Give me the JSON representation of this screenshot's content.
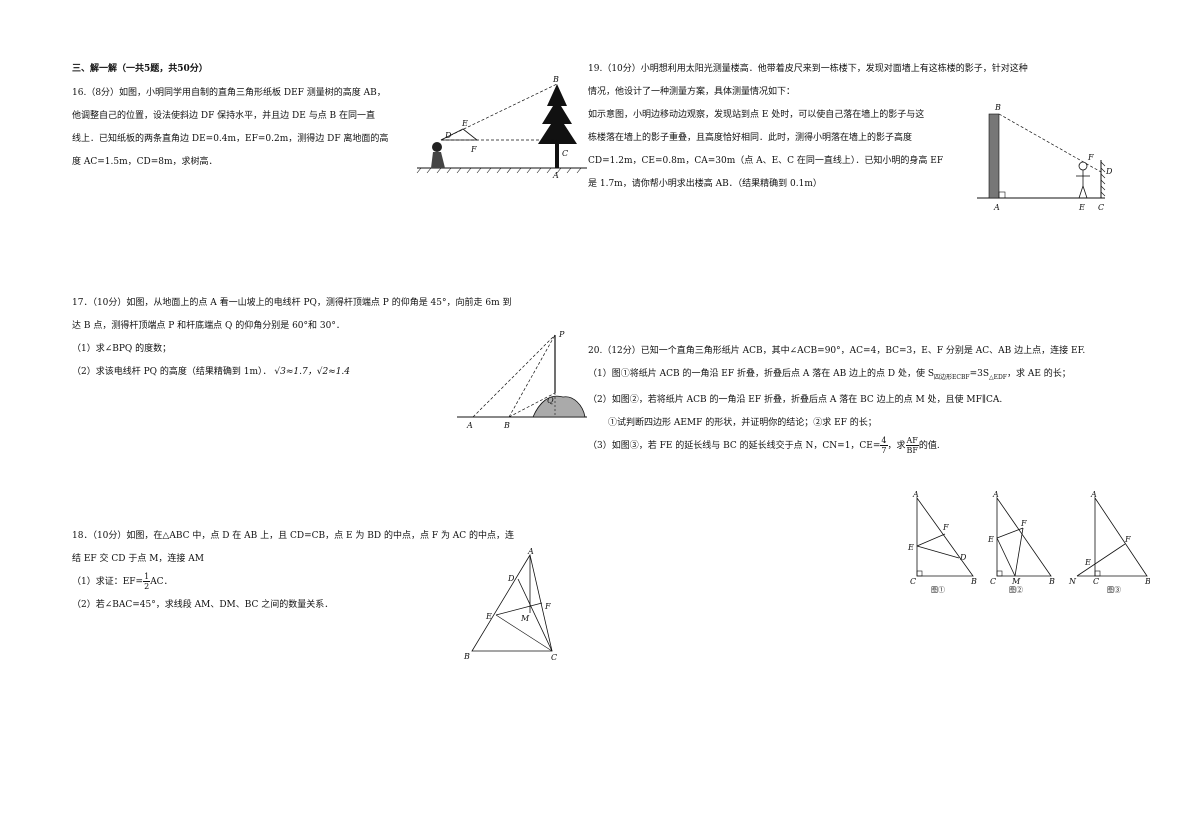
{
  "section_title": "三、解一解（一共5题，共50分）",
  "q16": {
    "l1": "16.（8分）如图，小明同学用自制的直角三角形纸板 DEF 测量树的高度 AB，",
    "l2": "他调整自己的位置，设法使斜边 DF 保持水平，并且边 DE 与点 B 在同一直",
    "l3": "线上．已知纸板的两条直角边 DE=0.4m，EF=0.2m，测得边 DF 离地面的高",
    "l4": "度 AC=1.5m，CD=8m，求树高．"
  },
  "q17": {
    "l1": "17．（10分）如图，从地面上的点 A 看一山坡上的电线杆 PQ，测得杆顶端点 P 的仰角是 45°，向前走 6m 到",
    "l2": "达 B 点，测得杆顶端点 P 和杆底端点 Q 的仰角分别是 60°和 30°．",
    "l3": "（1）求∠BPQ 的度数；",
    "l4": "（2）求该电线杆 PQ 的高度（结果精确到 1m）．",
    "approx": "√3≈1.7，√2≈1.4"
  },
  "q18": {
    "l1": "18．（10分）如图，在△ABC 中，点 D 在 AB 上，且 CD=CB，点 E 为 BD 的中点，点 F 为 AC 的中点，连",
    "l2": "结 EF 交 CD 于点 M，连接 AM",
    "l3a": "（1）求证：EF=",
    "frac_num": "1",
    "frac_den": "2",
    "l3b": "AC．",
    "l4": "（2）若∠BAC=45°，求线段 AM、DM、BC 之间的数量关系．"
  },
  "q19": {
    "l1": "19.（10分）小明想利用太阳光测量楼高．他带着皮尺来到一栋楼下，发现对面墙上有这栋楼的影子，针对这种",
    "l2": "情况，他设计了一种测量方案，具体测量情况如下：",
    "l3": "如示意图，小明边移动边观察，发现站到点 E 处时，可以使自己落在墙上的影子与这",
    "l4": "栋楼落在墙上的影子重叠，且高度恰好相同．此时，测得小明落在墙上的影子高度",
    "l5": "CD=1.2m，CE=0.8m，CA=30m（点 A、E、C 在同一直线上）．已知小明的身高 EF",
    "l6": "是 1.7m，请你帮小明求出楼高 AB．（结果精确到 0.1m）"
  },
  "q20": {
    "l1": "20.（12分）已知一个直角三角形纸片 ACB，其中∠ACB=90°，AC=4，BC=3，E、F 分别是 AC、AB 边上点，连接 EF.",
    "l2a": "（1）图①将纸片 ACB 的一角沿 EF 折叠，折叠后点 A 落在 AB 边上的点 D 处，使 S",
    "l2sub1": "四边形ECBF",
    "l2mid": "=3S",
    "l2sub2": "△EDF",
    "l2b": "，求 AE 的长；",
    "l3": "（2）如图②，若将纸片 ACB 的一角沿 EF 折叠，折叠后点 A 落在 BC 边上的点 M 处，且使 MF∥CA.",
    "l4": "①试判断四边形 AEMF 的形状，并证明你的结论；②求 EF 的长；",
    "l5a": "（3）如图③，若 FE 的延长线与 BC 的延长线交于点 N，CN=1，CE=",
    "f1_num": "4",
    "f1_den": "7",
    "l5mid": "，求",
    "f2_num": "AF",
    "f2_den": "BF",
    "l5b": "的值."
  },
  "fig16": {
    "labels": [
      "B",
      "E",
      "D",
      "F",
      "C",
      "A"
    ]
  },
  "fig17": {
    "labels": [
      "P",
      "Q",
      "A",
      "B"
    ]
  },
  "fig18": {
    "labels": [
      "A",
      "D",
      "E",
      "F",
      "M",
      "B",
      "C"
    ]
  },
  "fig19": {
    "labels": [
      "B",
      "F",
      "D",
      "A",
      "E",
      "C"
    ]
  },
  "fig20": {
    "labels1": [
      "A",
      "F",
      "E",
      "D",
      "C",
      "B"
    ],
    "labels2": [
      "A",
      "F",
      "E",
      "C",
      "M",
      "B"
    ],
    "labels3": [
      "A",
      "F",
      "E",
      "N",
      "C",
      "B"
    ],
    "captions": [
      "图①",
      "图②",
      "图③"
    ]
  }
}
